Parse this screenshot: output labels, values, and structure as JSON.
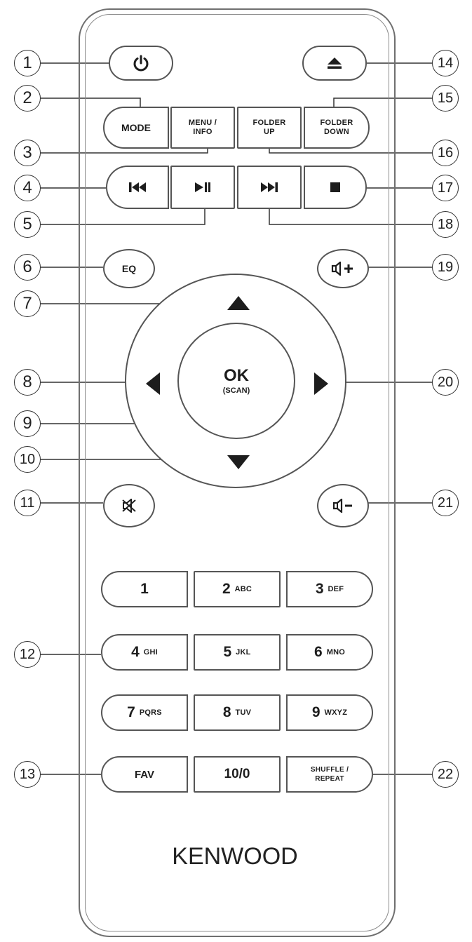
{
  "labels": {
    "mode": "MODE",
    "menu_line1": "MENU /",
    "menu_line2": "INFO",
    "folder_up_line1": "FOLDER",
    "folder_up_line2": "UP",
    "folder_down_line1": "FOLDER",
    "folder_down_line2": "DOWN",
    "eq": "EQ",
    "ok": "OK",
    "scan": "(SCAN)",
    "fav": "FAV",
    "zero": "10/0",
    "shuffle_line1": "SHUFFLE /",
    "shuffle_line2": "REPEAT",
    "brand": "KENWOOD"
  },
  "keypad": [
    {
      "digit": "1",
      "letters": ""
    },
    {
      "digit": "2",
      "letters": "ABC"
    },
    {
      "digit": "3",
      "letters": "DEF"
    },
    {
      "digit": "4",
      "letters": "GHI"
    },
    {
      "digit": "5",
      "letters": "JKL"
    },
    {
      "digit": "6",
      "letters": "MNO"
    },
    {
      "digit": "7",
      "letters": "PQRS"
    },
    {
      "digit": "8",
      "letters": "TUV"
    },
    {
      "digit": "9",
      "letters": "WXYZ"
    }
  ],
  "callouts": [
    "1",
    "2",
    "3",
    "4",
    "5",
    "6",
    "7",
    "8",
    "9",
    "10",
    "11",
    "12",
    "13",
    "14",
    "15",
    "16",
    "17",
    "18",
    "19",
    "20",
    "21",
    "22"
  ],
  "icons": {
    "power": "power-icon",
    "eject": "eject-icon",
    "previous": "previous-track-icon",
    "play_pause": "play-pause-icon",
    "next": "next-track-icon",
    "stop": "stop-icon",
    "volume_up": "volume-up-icon",
    "volume_down": "volume-down-icon",
    "mute": "mute-icon",
    "up": "arrow-up-icon",
    "down": "arrow-down-icon",
    "left": "arrow-left-icon",
    "right": "arrow-right-icon"
  },
  "colors": {
    "outline": "#555555",
    "text": "#1d1d1d"
  }
}
